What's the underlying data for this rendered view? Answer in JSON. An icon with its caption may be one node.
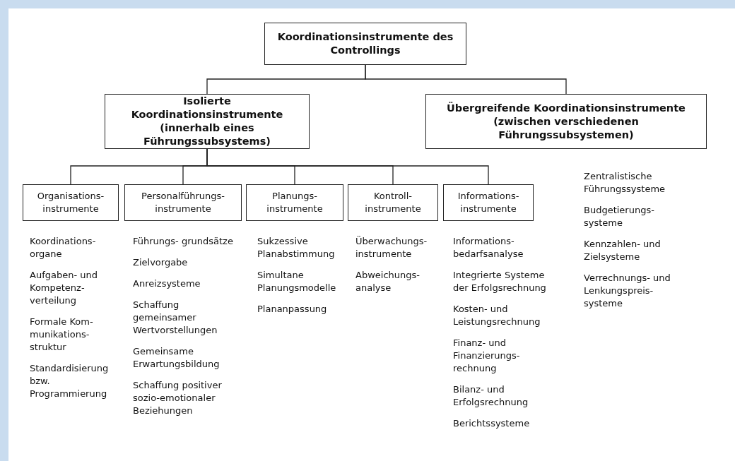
{
  "diagram": {
    "nodes": [
      {
        "text": [
          "Koordinationsinstrumente des Controllings"
        ]
      },
      {
        "text": [
          "Isolierte Koordinationsinstrumente (innerhalb eines Führungssubsystems)"
        ]
      },
      {
        "text": [
          "Übergreifende Koordinationsinstrumente (zwischen verschiedenen Führungssubsystemen)"
        ],
        "beside": [
          "Zentralistische Führungssysteme",
          "Budgetierungs- systeme",
          "Kennzahlen- und Zielsysteme",
          "Verrechnungs- und Lenkungspreis- systeme"
        ]
      },
      {
        "text": [
          "Organisations- instrumente"
        ],
        "beside": [
          "Koordinations- organe",
          "Aufgaben- und Kompetenz- verteilung",
          "Formale Kom- munikations- struktur",
          "Standardisierung bzw. Programmierung"
        ]
      },
      {
        "text": [
          "Personalführungs- instrumente"
        ],
        "beside": [
          "Führungs- grundsätze",
          "Zielvorgabe",
          "Anreizsysteme",
          "Schaffung gemeinsamer Wertvorstellungen",
          "Gemeinsame Erwartungsbildung",
          "Schaffung positiver sozio-emotionaler Beziehungen"
        ]
      },
      {
        "text": [
          "Planungs- instrumente"
        ],
        "beside": [
          "Sukzessive Planabstimmung",
          "Simultane Planungsmodelle",
          "Plananpassung"
        ]
      },
      {
        "text": [
          "Kontroll- instrumente"
        ],
        "beside": [
          "Überwachungs- instrumente",
          "Abweichungs- analyse"
        ]
      },
      {
        "text": [
          "Informations- instrumente"
        ],
        "beside": [
          "Informations- bedarfsanalyse",
          "Integrierte Systeme der Erfolgsrechnung",
          "Kosten- und Leistungsrechnung",
          "Finanz- und Finanzierungs- rechnung",
          "Bilanz- und Erfolgsrechnung",
          "Berichtssysteme"
        ]
      }
    ],
    "edges": [
      {
        "from": 0,
        "to": 1,
        "arrow": "none"
      },
      {
        "from": 0,
        "to": 2,
        "arrow": "none"
      },
      {
        "from": 1,
        "to": 3,
        "arrow": "none"
      },
      {
        "from": 1,
        "to": 4,
        "arrow": "none"
      },
      {
        "from": 1,
        "to": 5,
        "arrow": "none"
      },
      {
        "from": 1,
        "to": 6,
        "arrow": "none"
      },
      {
        "from": 1,
        "to": 7,
        "arrow": "none"
      }
    ]
  }
}
